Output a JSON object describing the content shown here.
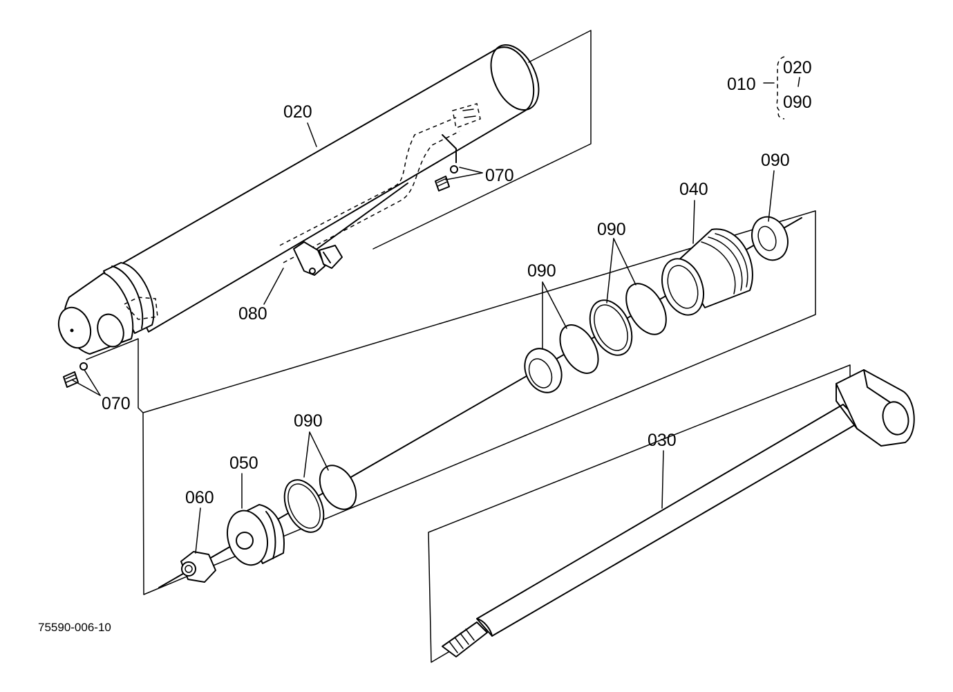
{
  "drawing_code": "75590-006-10",
  "legend": {
    "assembly": "010",
    "part_a": "020",
    "part_b": "090"
  },
  "callouts": {
    "barrel": "020",
    "port_fitting_right": "070",
    "port_fitting_left": "070",
    "pipe_fitting": "080",
    "gland_seal_right": "090",
    "gland_seal_right_pair": "090",
    "gland_ring_pair": "090",
    "gland": "040",
    "piston_ring_pair": "090",
    "piston": "050",
    "nut": "060",
    "rod": "030"
  }
}
